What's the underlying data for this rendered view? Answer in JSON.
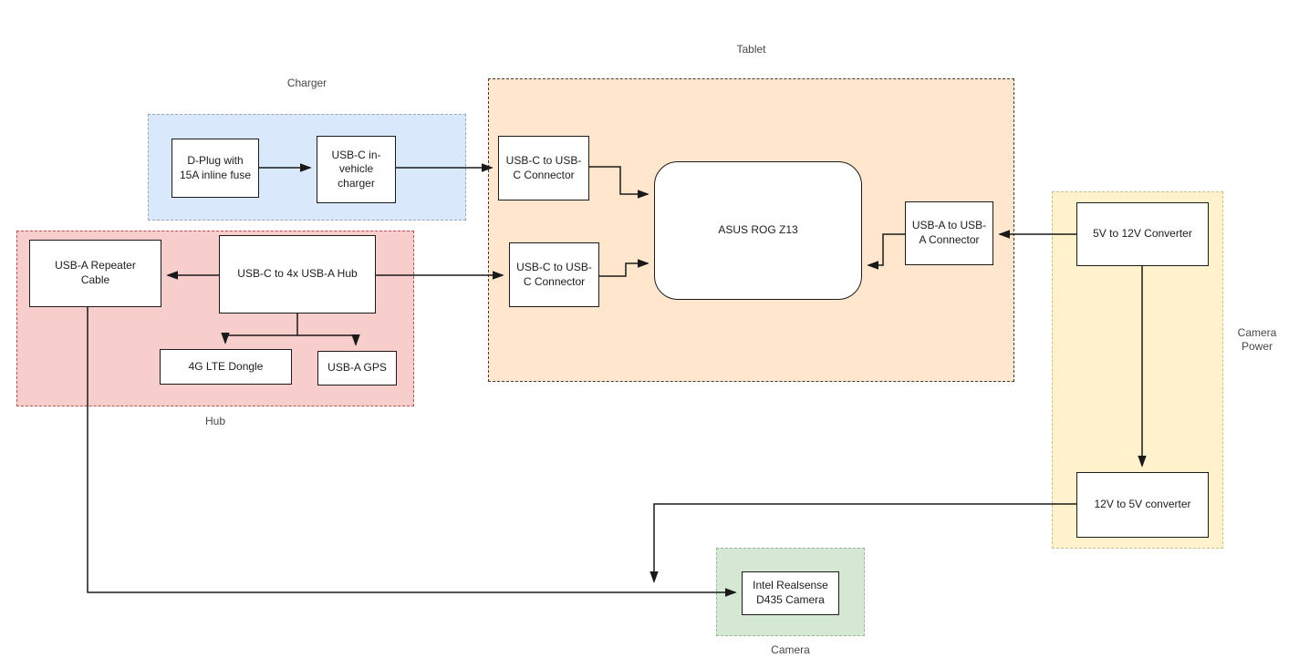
{
  "groups": {
    "charger": {
      "label": "Charger",
      "fill": "#dae8fc",
      "border": "#9aa8bf"
    },
    "tablet": {
      "label": "Tablet",
      "fill": "#ffe6cc",
      "border": "#3d3d3d"
    },
    "hub": {
      "label": "Hub",
      "fill": "#f8cecc",
      "border": "#b85450"
    },
    "camera_power": {
      "label": "Camera Power",
      "fill": "#fff2cc",
      "border": "#cdc08f"
    },
    "camera": {
      "label": "Camera",
      "fill": "#d5e8d4",
      "border": "#9cb89c"
    }
  },
  "nodes": {
    "d_plug": {
      "label": "D-Plug with 15A inline fuse"
    },
    "vehicle_charger": {
      "label": "USB-C in-vehicle charger"
    },
    "usbc_connector_top": {
      "label": "USB-C to USB-C Connector"
    },
    "usbc_connector_bottom": {
      "label": "USB-C to USB-C Connector"
    },
    "asus_rog": {
      "label": "ASUS ROG Z13"
    },
    "usba_connector": {
      "label": "USB-A to USB-A Connector"
    },
    "usba_repeater": {
      "label": "USB-A Repeater Cable"
    },
    "usb_hub": {
      "label": "USB-C to 4x USB-A Hub"
    },
    "lte_dongle": {
      "label": "4G LTE Dongle"
    },
    "usba_gps": {
      "label": "USB-A GPS"
    },
    "conv_5_12": {
      "label": "5V to 12V Converter"
    },
    "conv_12_5": {
      "label": "12V to 5V converter"
    },
    "realsense": {
      "label": "Intel Realsense D435 Camera"
    }
  },
  "edges": [
    {
      "from": "d_plug",
      "to": "vehicle_charger"
    },
    {
      "from": "vehicle_charger",
      "to": "usbc_connector_top"
    },
    {
      "from": "usbc_connector_top",
      "to": "asus_rog"
    },
    {
      "from": "usb_hub",
      "to": "usba_repeater"
    },
    {
      "from": "usb_hub",
      "to": "usbc_connector_bottom"
    },
    {
      "from": "usbc_connector_bottom",
      "to": "asus_rog"
    },
    {
      "from": "usb_hub",
      "to": "lte_dongle"
    },
    {
      "from": "usb_hub",
      "to": "usba_gps"
    },
    {
      "from": "conv_5_12",
      "to": "usba_connector"
    },
    {
      "from": "usba_connector",
      "to": "asus_rog"
    },
    {
      "from": "conv_5_12",
      "to": "conv_12_5"
    },
    {
      "from": "conv_12_5",
      "to": "realsense"
    },
    {
      "from": "usba_repeater",
      "to": "realsense"
    }
  ],
  "wire_color": "#1a1a1a"
}
